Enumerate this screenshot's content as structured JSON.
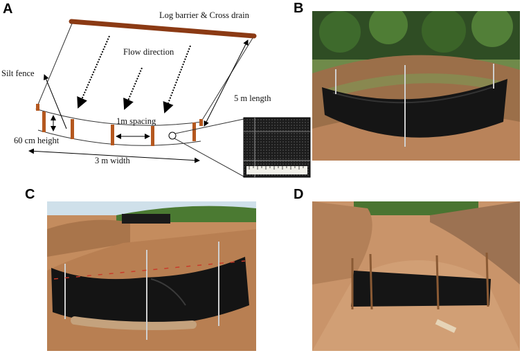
{
  "panels": {
    "a": "A",
    "b": "B",
    "c": "C",
    "d": "D"
  },
  "schematic": {
    "log_label": "Log barrier & Cross drain",
    "flow_label": "Flow direction",
    "silt_fence_label": "Silt fence",
    "length_label": "5 m length",
    "spacing_label": "1m spacing",
    "height_label": "60 cm height",
    "width_label": "3 m width"
  },
  "colors": {
    "log": "#8b3a14",
    "stake": "#b5581f",
    "fabric": "#151515",
    "soil": "#b9835a",
    "foliage": "#3f6a2c"
  }
}
